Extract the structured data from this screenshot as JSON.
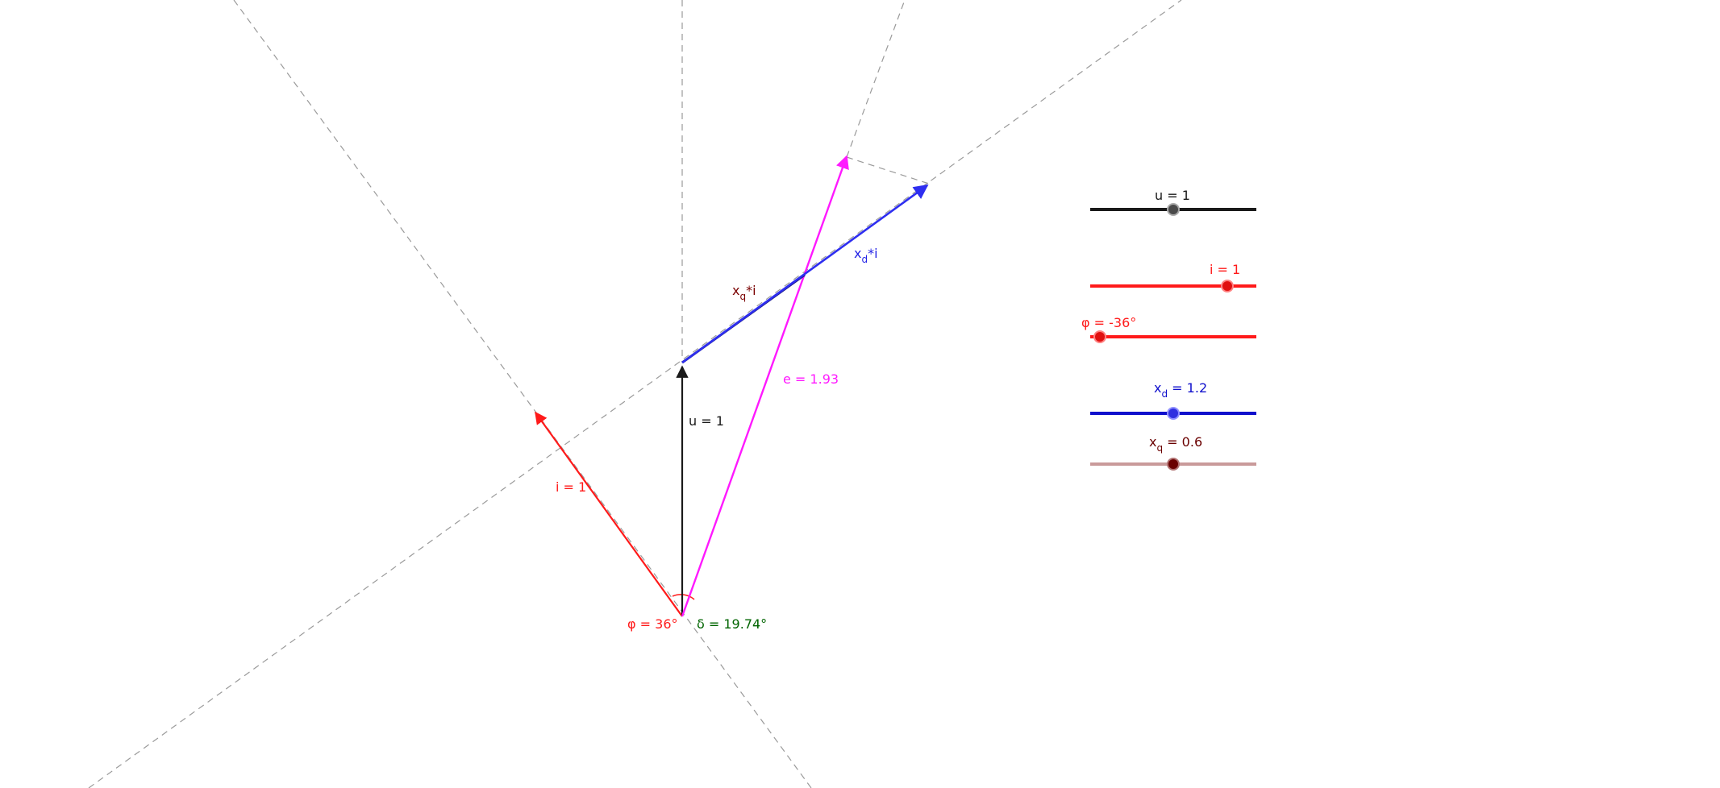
{
  "colors": {
    "voltage": "#1a1a1a",
    "current": "#ff1a1a",
    "emf": "#ff19ff",
    "xd_drop": "#2323e6",
    "xq_label": "#7a0000",
    "delta_label": "#006400",
    "xq_slider": "#c99a9a",
    "xq_knob": "#6a0000"
  },
  "labels": {
    "u": "u = 1",
    "i": "i = 1",
    "e": "e = 1.93",
    "xq_i_main": "x",
    "xq_i_sub": "q",
    "xq_i_tail": "*i",
    "xd_i_main": "x",
    "xd_i_sub": "d",
    "xd_i_tail": "*i",
    "phi_angle": "φ = 36°",
    "delta_angle": "δ = 19.74°"
  },
  "sliders": {
    "u": {
      "label": "u = 1"
    },
    "i": {
      "label": "i = 1"
    },
    "phi": {
      "label": "φ = -36°"
    },
    "xd": {
      "main": "x",
      "sub": "d",
      "tail": " = 1.2"
    },
    "xq": {
      "main": "x",
      "sub": "q",
      "tail": " = 0.6"
    }
  }
}
